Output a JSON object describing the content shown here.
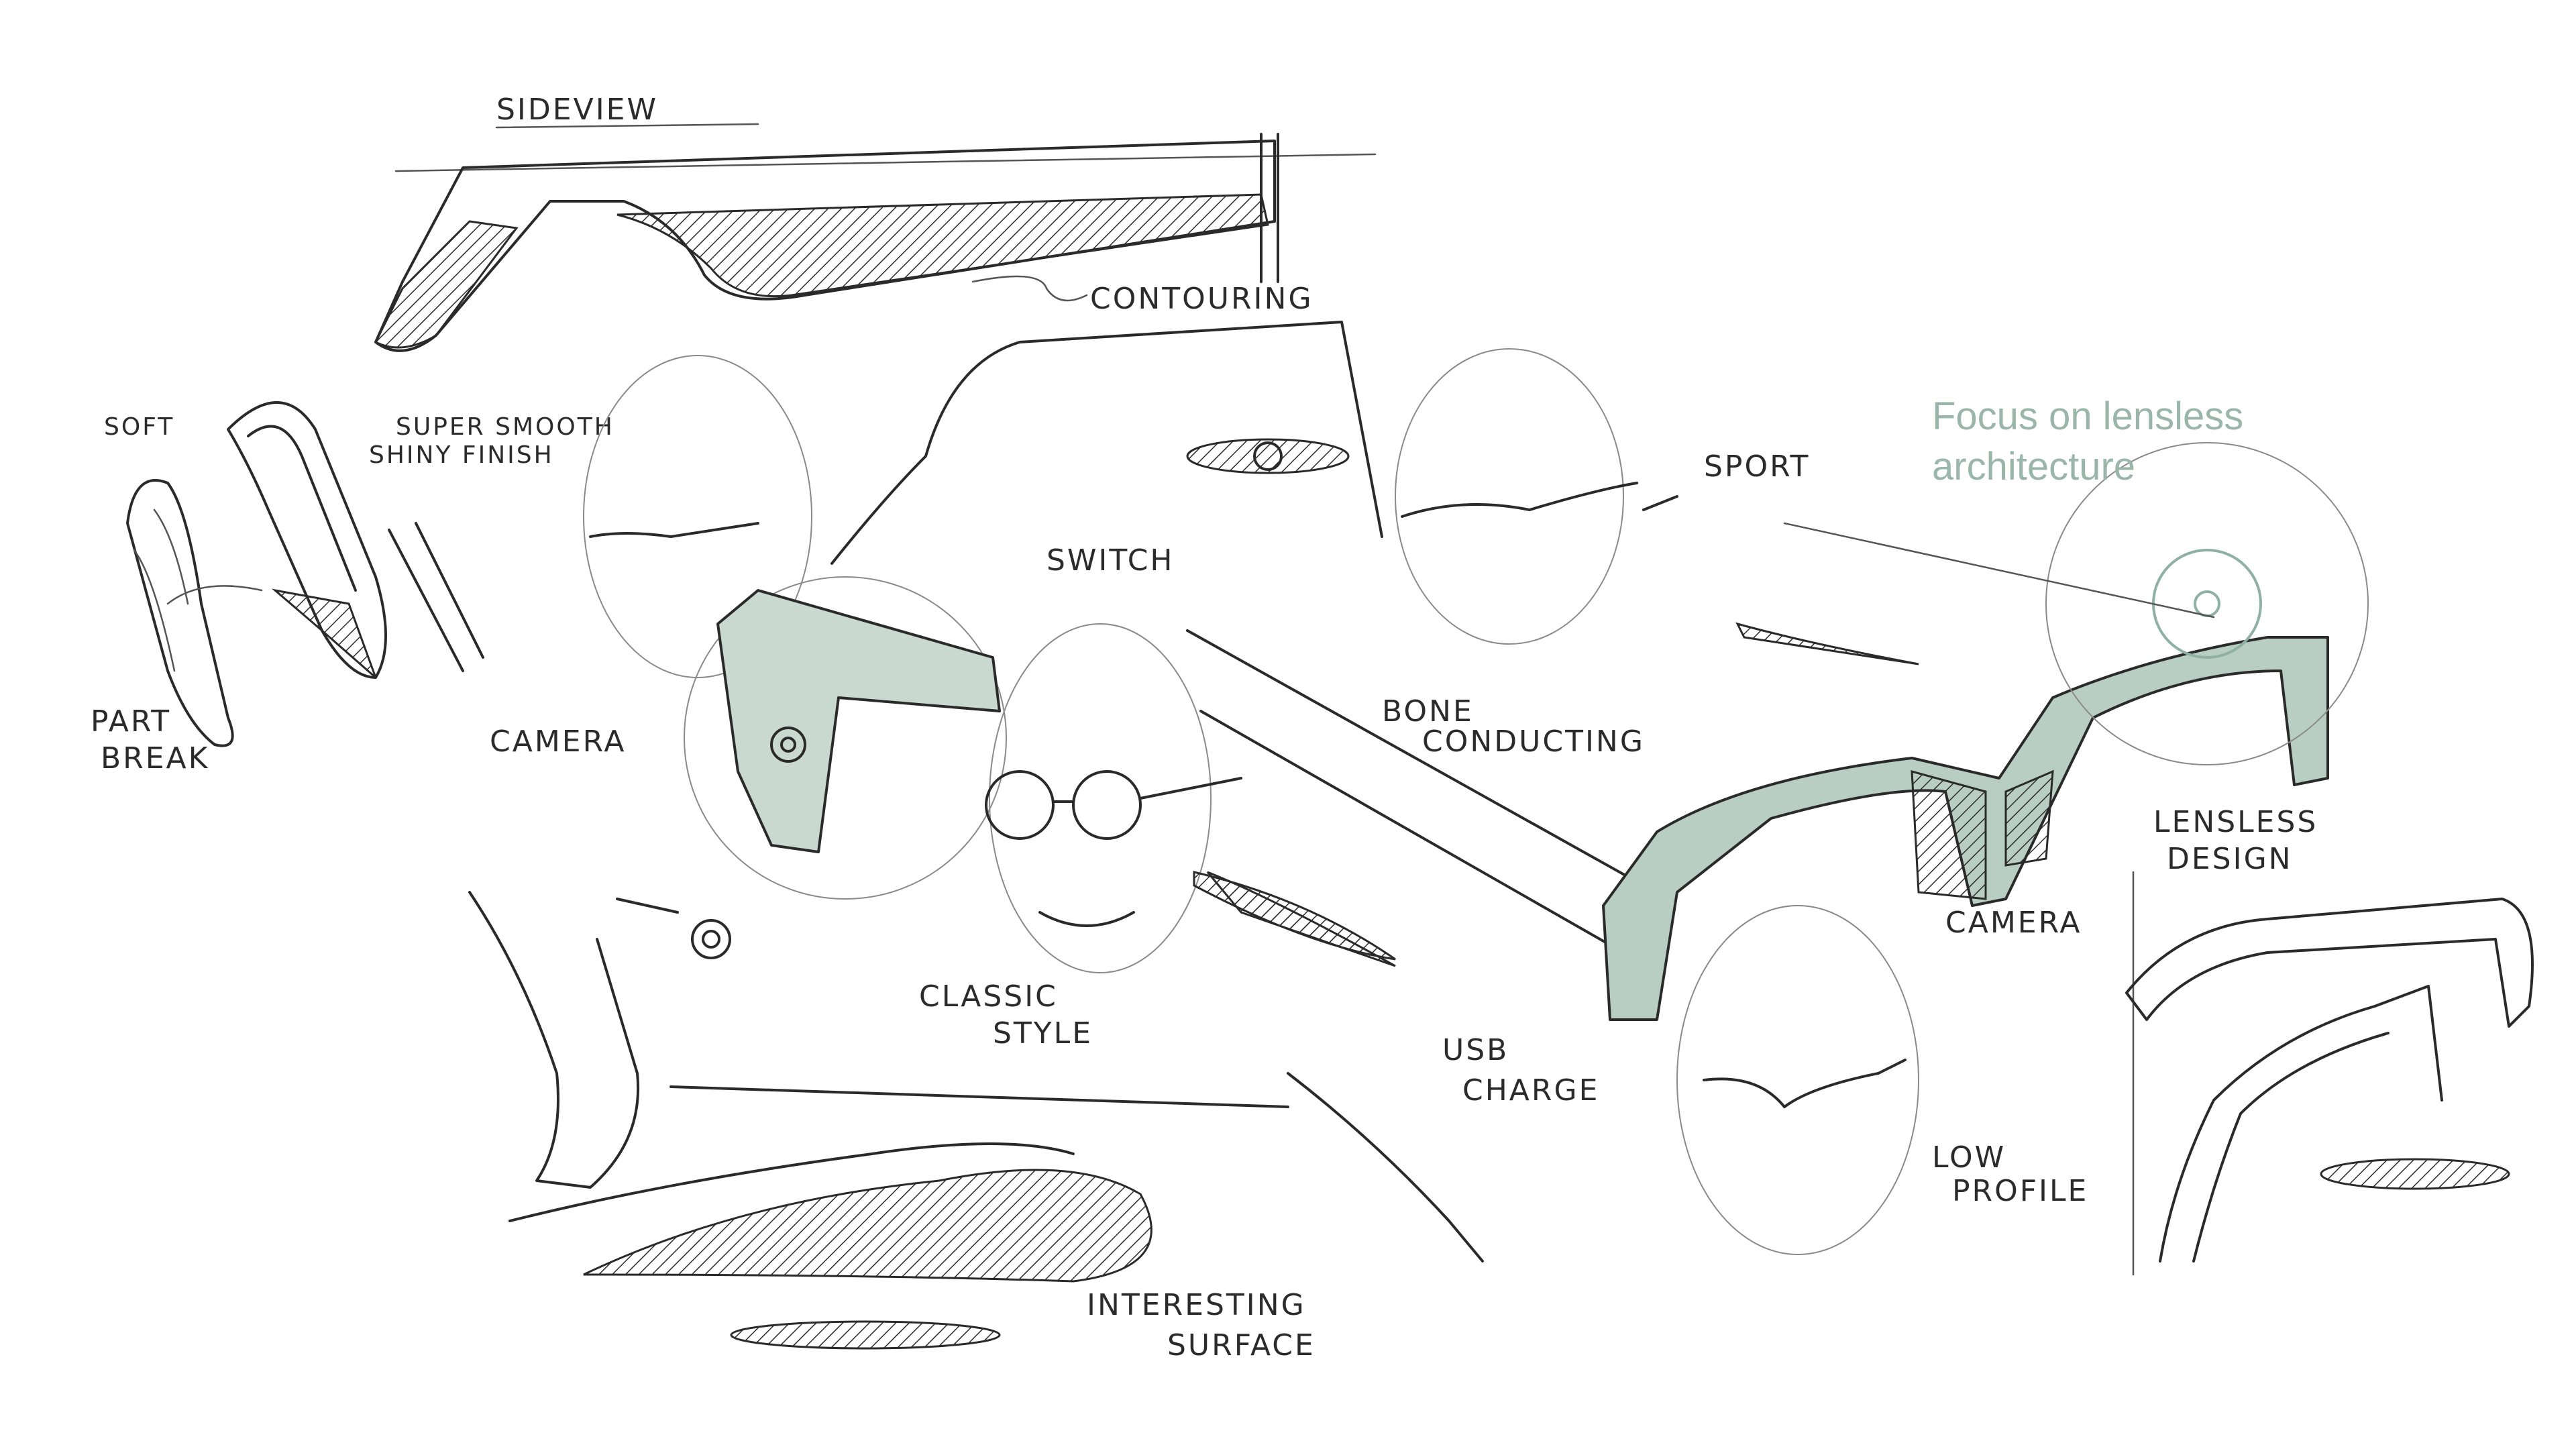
{
  "labels": {
    "sideview": "SIDEVIEW",
    "contouring": "CONTOURING",
    "soft": "SOFT",
    "super_smooth_1": "SUPER SMOOTH",
    "super_smooth_2": "SHINY FINISH",
    "switch": "SWITCH",
    "sport": "SPORT",
    "part_break_1": "PART",
    "part_break_2": "BREAK",
    "camera_left": "CAMERA",
    "bone_1": "BONE",
    "bone_2": "CONDUCTING",
    "lensless_1": "LENSLESS",
    "lensless_2": "DESIGN",
    "camera_right": "CAMERA",
    "classic_1": "CLASSIC",
    "classic_2": "STYLE",
    "usb_1": "USB",
    "usb_2": "CHARGE",
    "low_1": "LOW",
    "low_2": "PROFILE",
    "interesting_1": "INTERESTING",
    "interesting_2": "SURFACE"
  },
  "callout": {
    "line1": "Focus on lensless",
    "line2": "architecture"
  },
  "colors": {
    "accent_green": "#9ab5aa",
    "ink": "#2a2a2a",
    "paper": "#ffffff"
  }
}
